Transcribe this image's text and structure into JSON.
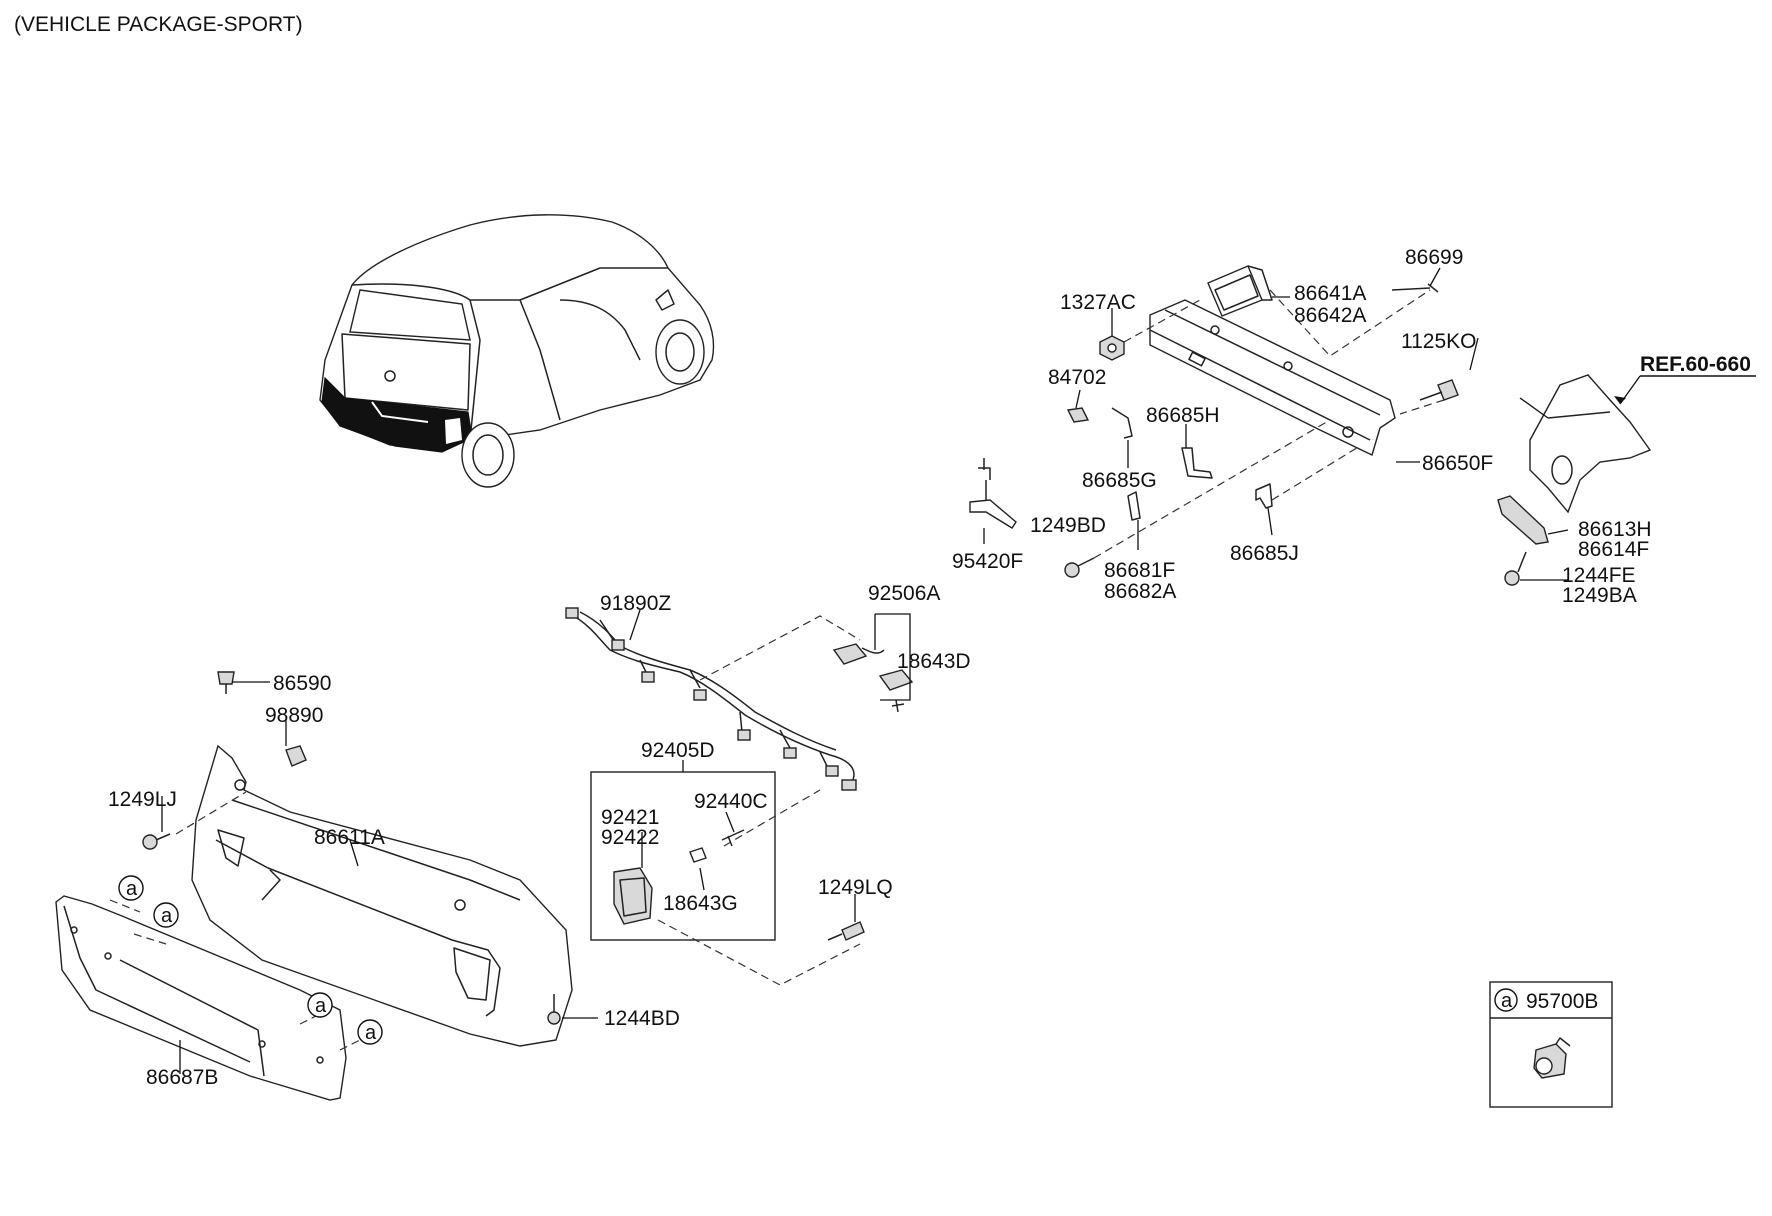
{
  "header": {
    "note": "(VEHICLE PACKAGE-SPORT)"
  },
  "ref_label": "REF.60-660",
  "circle_marker": "a",
  "legend": {
    "marker": "a",
    "part": "95700B"
  },
  "parts": {
    "p86699": "86699",
    "p86641A": "86641A",
    "p86642A": "86642A",
    "p1327AC": "1327AC",
    "p1125KO": "1125KO",
    "p84702": "84702",
    "p86685H": "86685H",
    "p86685G": "86685G",
    "p86650F": "86650F",
    "p1249BD": "1249BD",
    "p95420F": "95420F",
    "p86681F": "86681F",
    "p86682A": "86682A",
    "p86685J": "86685J",
    "p86613H": "86613H",
    "p86614F": "86614F",
    "p1244FE": "1244FE",
    "p1249BA": "1249BA",
    "p91890Z": "91890Z",
    "p92506A": "92506A",
    "p18643D": "18643D",
    "p86590": "86590",
    "p98890": "98890",
    "p92405D": "92405D",
    "p92440C": "92440C",
    "p92421": "92421",
    "p92422": "92422",
    "p18643G": "18643G",
    "p1249LJ": "1249LJ",
    "p86611A": "86611A",
    "p1249LQ": "1249LQ",
    "p1244BD": "1244BD",
    "p86687B": "86687B"
  },
  "icons": [
    "vehicle-illustration",
    "rear-bumper-beam",
    "bumper-cover",
    "sensor-wiring-harness",
    "parking-sensor",
    "fog-lamp",
    "bolt-icon",
    "clip-icon",
    "bracket-icon"
  ]
}
